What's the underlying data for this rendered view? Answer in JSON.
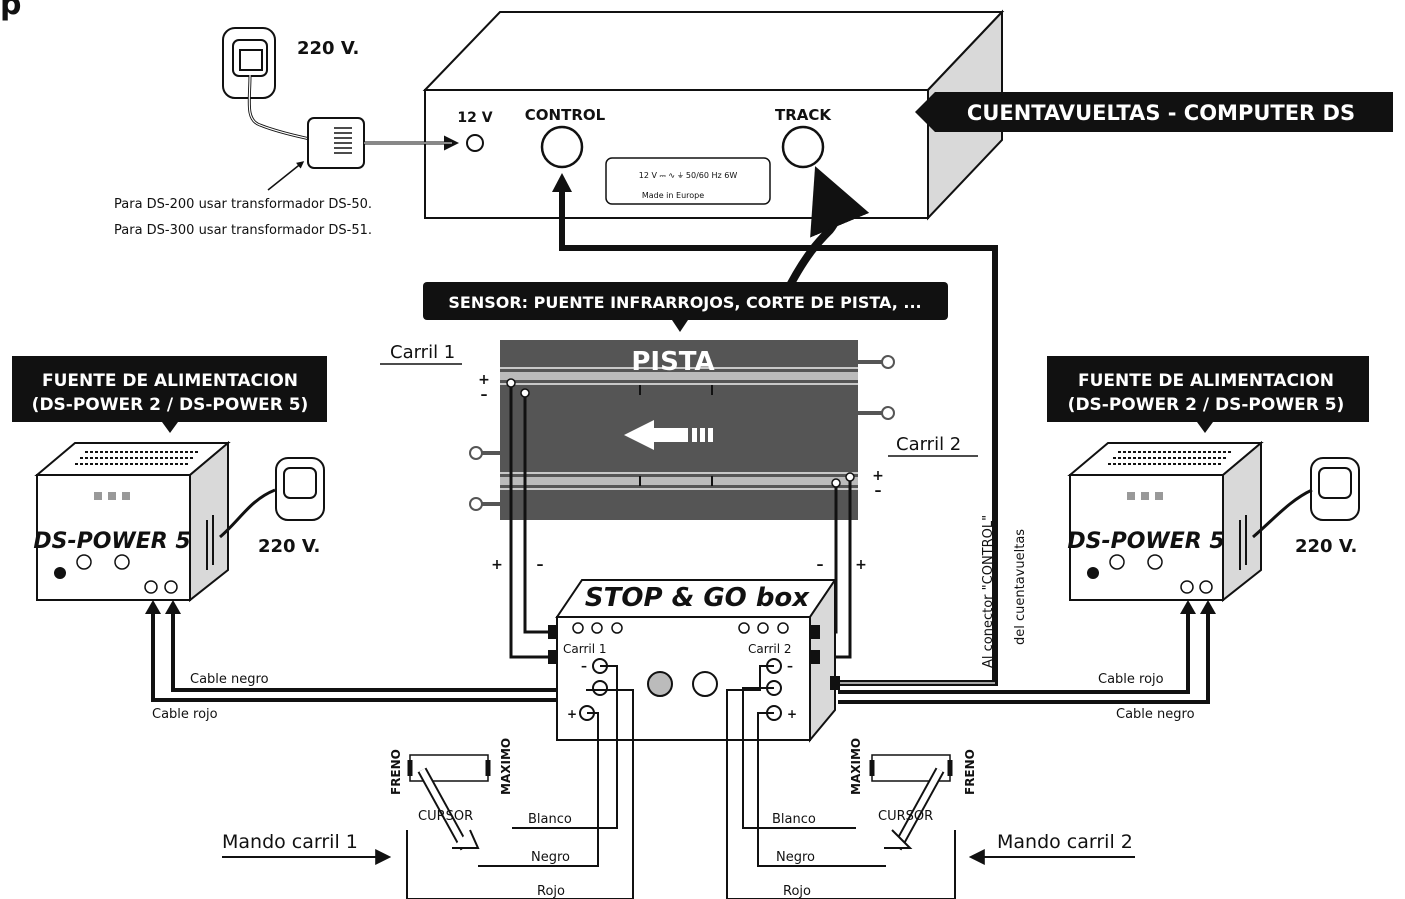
{
  "colors": {
    "ink": "#111111",
    "track": "#4d4d4d",
    "paper": "#ffffff",
    "grey": "#9a9a9a"
  },
  "header_partial": "p",
  "counter": {
    "banner": "CUENTAVUELTAS - COMPUTER DS",
    "port_12v": "12 V",
    "control": "CONTROL",
    "track": "TRACK",
    "plate_line1": "12 V ⎓ ∿ ⏚ 50/60 Hz 6W",
    "plate_line2": "Made in Europe"
  },
  "mains": {
    "voltage_top": "220 V.",
    "note1": "Para DS-200 usar transformador DS-50.",
    "note2": "Para DS-300 usar transformador DS-51."
  },
  "sensor": {
    "banner": "SENSOR: PUENTE INFRARROJOS, CORTE DE PISTA, ..."
  },
  "pista": {
    "label": "PISTA",
    "carril1": "Carril 1",
    "carril2": "Carril 2"
  },
  "psu_left": {
    "banner_line1": "FUENTE DE ALIMENTACION",
    "banner_line2": "(DS-POWER 2 / DS-POWER 5)",
    "brand": "DS-POWER 5",
    "voltage": "220 V."
  },
  "psu_right": {
    "banner_line1": "FUENTE DE ALIMENTACION",
    "banner_line2": "(DS-POWER 2 / DS-POWER 5)",
    "brand": "DS-POWER 5",
    "voltage": "220 V."
  },
  "box": {
    "title": "STOP & GO box",
    "carril1": "Carril 1",
    "carril2": "Carril 2"
  },
  "cables": {
    "left_negro": "Cable negro",
    "left_rojo": "Cable rojo",
    "right_rojo": "Cable rojo",
    "right_negro": "Cable negro",
    "vertical1": "Al conector \"CONTROL\"",
    "vertical2": "del cuentavueltas"
  },
  "signs": {
    "plus": "+",
    "minus": "–"
  },
  "controller_left": {
    "title": "Mando carril 1",
    "freno": "FRENO",
    "maximo": "MAXIMO",
    "cursor": "CURSOR",
    "blanco": "Blanco",
    "negro": "Negro",
    "rojo": "Rojo"
  },
  "controller_right": {
    "title": "Mando carril 2",
    "freno": "FRENO",
    "maximo": "MAXIMO",
    "cursor": "CURSOR",
    "blanco": "Blanco",
    "negro": "Negro",
    "rojo": "Rojo"
  }
}
